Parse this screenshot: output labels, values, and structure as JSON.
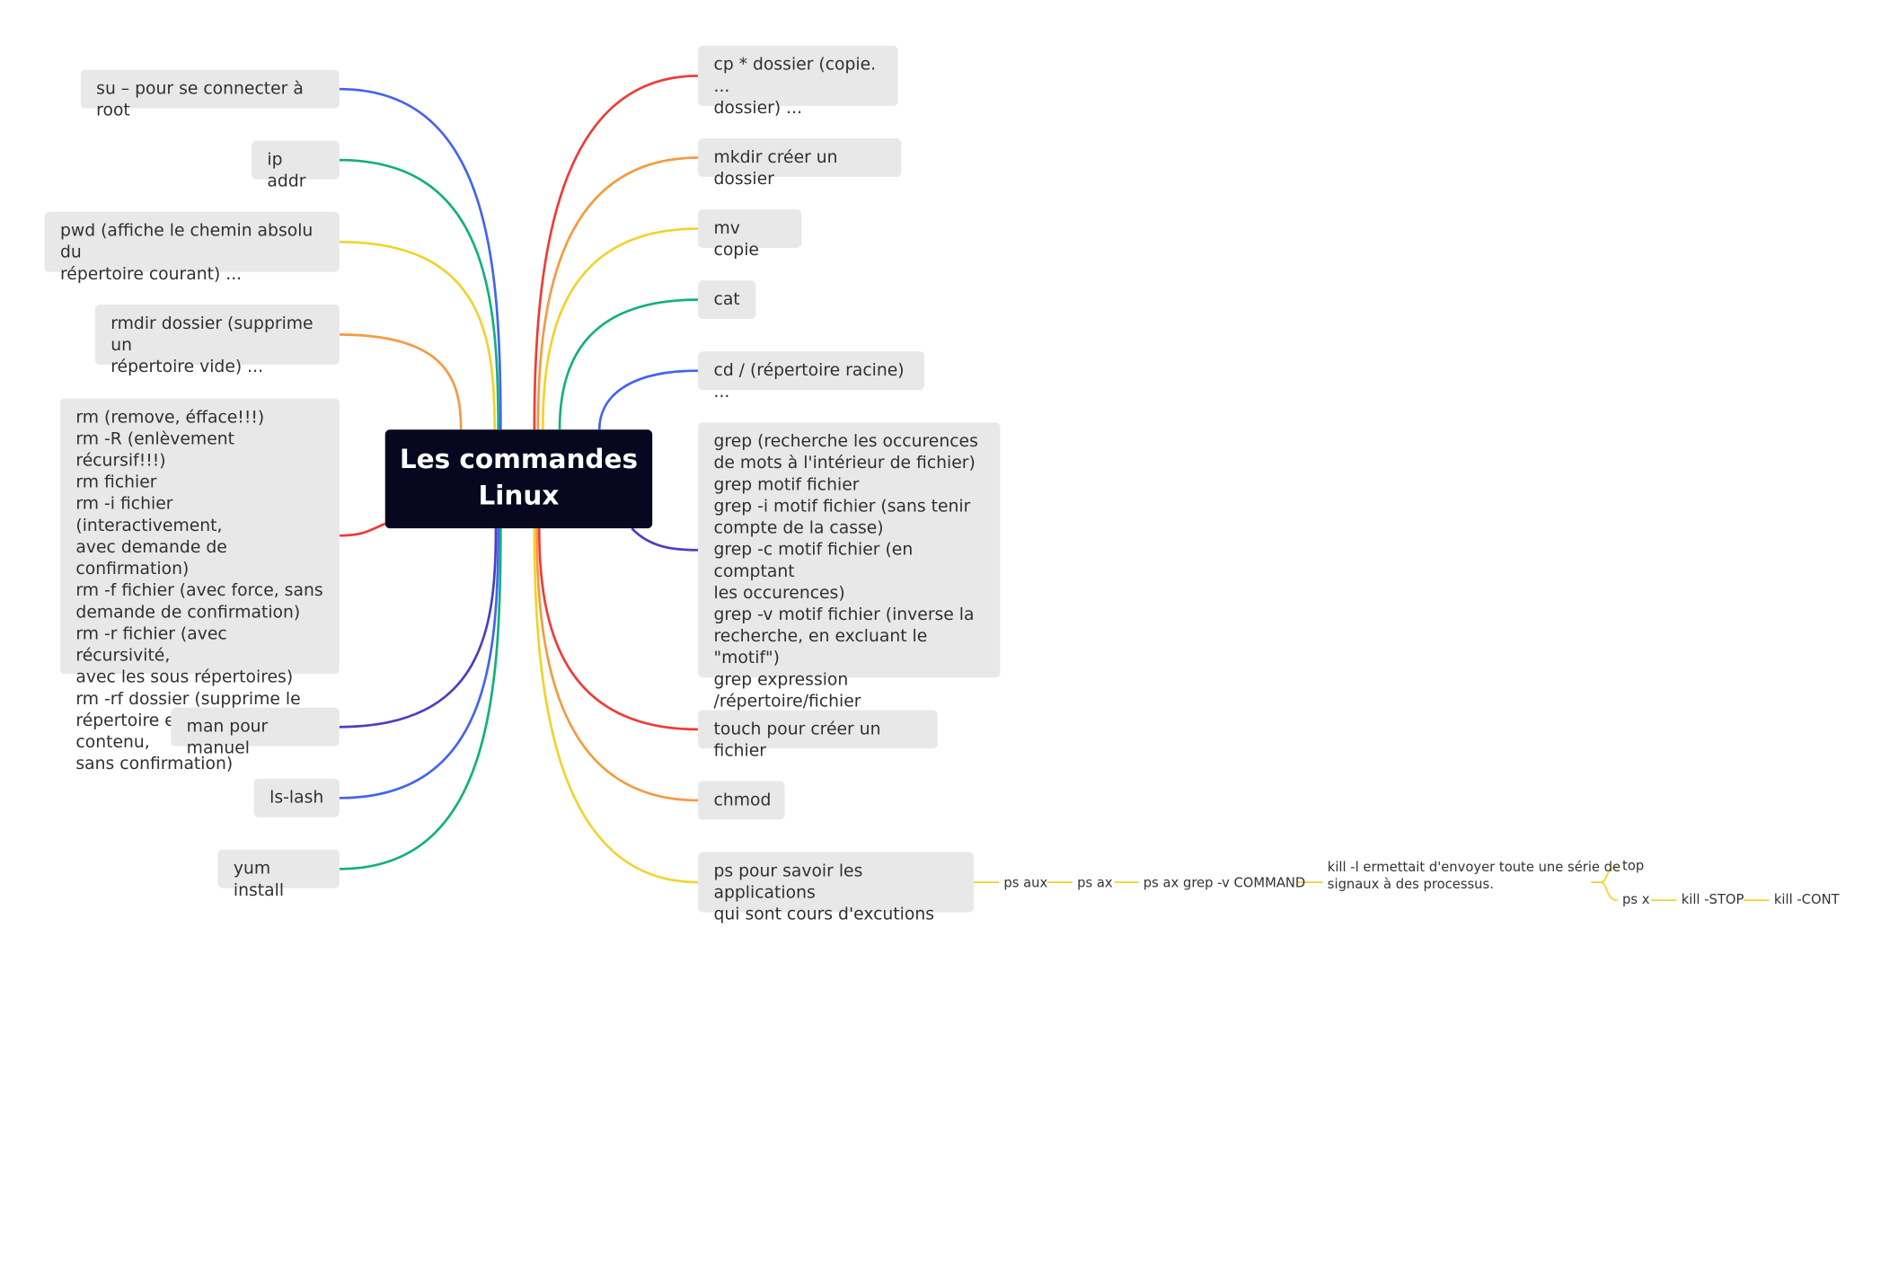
{
  "center": "Les commandes\nLinux",
  "left": [
    {
      "text": "su – pour se connecter à root",
      "color": "#4363f1"
    },
    {
      "text": "ip addr",
      "color": "#12b07d"
    },
    {
      "text": "pwd (affiche le chemin absolu du\nrépertoire courant) ...",
      "color": "#f2d22e"
    },
    {
      "text": "rmdir dossier (supprime un\nrépertoire vide) ...",
      "color": "#f59a42"
    },
    {
      "text": "rm (remove, éfface!!!)\nrm -R (enlèvement récursif!!!)\nrm fichier\nrm -i fichier (interactivement,\navec demande de confirmation)\nrm -f fichier (avec force, sans\ndemande de confirmation)\nrm -r fichier (avec récursivité,\navec les sous répertoires)\nrm -rf dossier (supprime le\nrépertoire et tou son contenu,\nsans confirmation)",
      "color": "#ef3b36"
    },
    {
      "text": "man pour manuel",
      "color": "#4a3fc0"
    },
    {
      "text": "ls-lash",
      "color": "#4363f1"
    },
    {
      "text": "yum install",
      "color": "#12b07d"
    }
  ],
  "right": [
    {
      "text": "cp * dossier (copie. ...\ndossier) ...",
      "color": "#ef3b36"
    },
    {
      "text": "mkdir créer un dossier",
      "color": "#f59a42"
    },
    {
      "text": "mv copie",
      "color": "#f2d22e"
    },
    {
      "text": "cat",
      "color": "#12b07d"
    },
    {
      "text": "cd / (répertoire racine) ...",
      "color": "#4363f1"
    },
    {
      "text": "grep (recherche les occurences\nde mots à l'intérieur de fichier)\ngrep motif fichier\ngrep -i motif fichier (sans tenir\ncompte de la casse)\ngrep -c motif fichier (en comptant\nles occurences)\ngrep -v motif fichier (inverse la\nrecherche, en excluant le \"motif\")\ngrep expression /répertoire/fichier",
      "color": "#4a3fc0"
    },
    {
      "text": "touch pour créer un fichier",
      "color": "#ef3b36"
    },
    {
      "text": "chmod",
      "color": "#f59a42"
    },
    {
      "text": "ps pour savoir les applications\nqui sont cours d'excutions",
      "color": "#f2d22e"
    }
  ],
  "ps_chain": {
    "ps_aux": "ps aux",
    "ps_ax": "ps ax",
    "ps_ax_grep": "ps ax grep -v COMMAND",
    "kill_l": "kill -l ermettait d'envoyer toute une série de\nsignaux à des processus.",
    "top": "top",
    "ps_x": "ps x",
    "kill_stop": "kill -STOP",
    "kill_cont": "kill -CONT"
  }
}
